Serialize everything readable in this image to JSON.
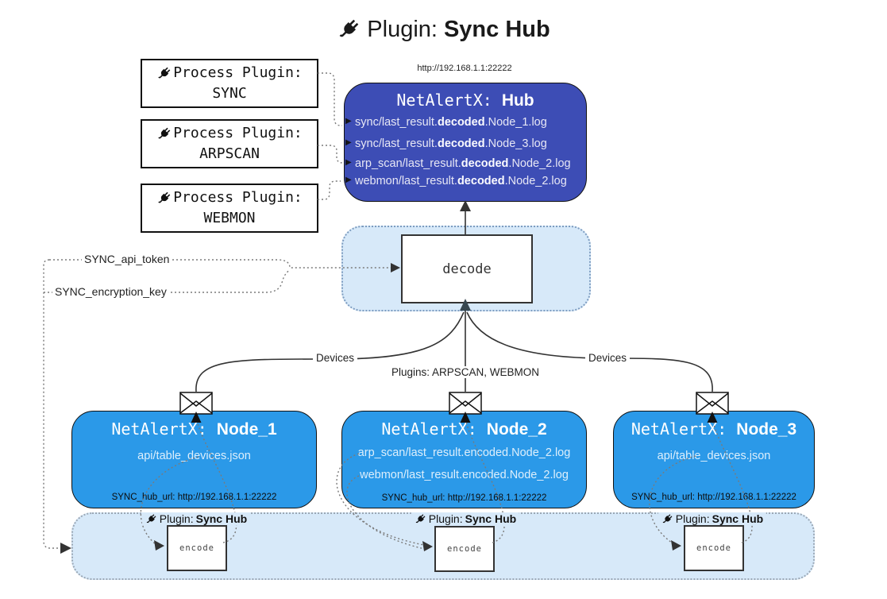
{
  "title": {
    "prefix": "Plugin: ",
    "bold": "Sync Hub"
  },
  "process_plugins": [
    {
      "label": "Process Plugin:",
      "name": "SYNC"
    },
    {
      "label": "Process Plugin:",
      "name": "ARPSCAN"
    },
    {
      "label": "Process Plugin:",
      "name": "WEBMON"
    }
  ],
  "hub": {
    "url": "http://192.168.1.1:22222",
    "title_mono": "NetAlertX: ",
    "title_bold": "Hub",
    "lines": [
      {
        "pre": "sync/last_result.",
        "bold": "decoded",
        "post": ".Node_1.log"
      },
      {
        "pre": "sync/last_result.",
        "bold": "decoded",
        "post": ".Node_3.log"
      },
      {
        "pre": "arp_scan/last_result.",
        "bold": "decoded",
        "post": ".Node_2.log"
      },
      {
        "pre": "webmon/last_result.",
        "bold": "decoded",
        "post": ".Node_2.log"
      }
    ]
  },
  "decode": {
    "label": "decode"
  },
  "tokens": {
    "api_token": "SYNC_api_token",
    "encryption_key": "SYNC_encryption_key"
  },
  "edges": {
    "devices_left": "Devices",
    "devices_right": "Devices",
    "plugins_mid": "Plugins: ARPSCAN, WEBMON"
  },
  "nodes": [
    {
      "title_mono": "NetAlertX: ",
      "title_bold": "Node_1",
      "files": [
        "api/table_devices.json"
      ],
      "hub_url": "SYNC_hub_url: http://192.168.1.1:22222"
    },
    {
      "title_mono": "NetAlertX: ",
      "title_bold": "Node_2",
      "files": [
        "arp_scan/last_result.encoded.Node_2.log",
        "webmon/last_result.encoded.Node_2.log"
      ],
      "hub_url": "SYNC_hub_url: http://192.168.1.1:22222"
    },
    {
      "title_mono": "NetAlertX: ",
      "title_bold": "Node_3",
      "files": [
        "api/table_devices.json"
      ],
      "hub_url": "SYNC_hub_url: http://192.168.1.1:22222"
    }
  ],
  "encoders": [
    {
      "prefix": "Plugin: ",
      "bold": "Sync Hub",
      "box_label": "encode"
    },
    {
      "prefix": "Plugin: ",
      "bold": "Sync Hub",
      "box_label": "encode"
    },
    {
      "prefix": "Plugin: ",
      "bold": "Sync Hub",
      "box_label": "encode"
    }
  ],
  "colors": {
    "hub_fill": "#3d4db5",
    "node_fill": "#2b99e8",
    "container_fill": "#d7e9f9"
  }
}
